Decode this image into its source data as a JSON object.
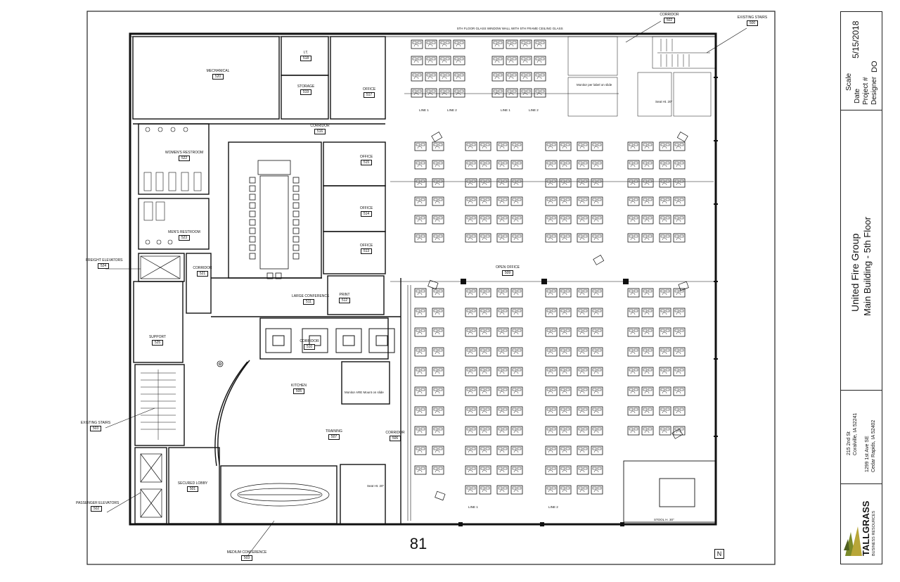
{
  "title_block": {
    "scale_label": "Scale",
    "date_label": "Date",
    "project_label": "Project #",
    "designer_label": "Designer",
    "date_value": "5/15/2018",
    "designer_value": "DO",
    "project_name": "United Fire Group",
    "project_subtitle": "Main Building - 5th Floor",
    "address_1_line_1": "215 2nd St",
    "address_1_line_2": "Coralville, IA 52241",
    "address_2_line_1": "1299 1st Ave SE",
    "address_2_line_2": "Cedar Rapids, IA 52402",
    "logo_name": "TALLGRASS",
    "logo_tagline": "BUSINESS RESOURCES"
  },
  "page_number": "81",
  "north_symbol": "N",
  "top_wall_note": "5TH FLOOR GLASS WINDOW WALL WITH 5TH FRAME CEILING GLASS",
  "rooms": [
    {
      "name": "MECHANICAL",
      "number": "520"
    },
    {
      "name": "I.T.",
      "number": "518"
    },
    {
      "name": "STORAGE",
      "number": "519"
    },
    {
      "name": "OFFICE",
      "number": "517"
    },
    {
      "name": "CORRIDOR",
      "number": "516"
    },
    {
      "name": "WOMEN'S RESTROOM",
      "number": "522"
    },
    {
      "name": "MEN'S RESTROOM",
      "number": "523"
    },
    {
      "name": "FREIGHT ELEVATORS",
      "number": "524"
    },
    {
      "name": "CORRIDOR",
      "number": "521"
    },
    {
      "name": "OFFICE",
      "number": "515"
    },
    {
      "name": "OFFICE",
      "number": "514"
    },
    {
      "name": "OFFICE",
      "number": "513"
    },
    {
      "name": "PRINT",
      "number": "512"
    },
    {
      "name": "LARGE CONFERENCE",
      "number": "511"
    },
    {
      "name": "SUPPORT",
      "number": "525"
    },
    {
      "name": "CORRIDOR",
      "number": "510"
    },
    {
      "name": "KITCHEN",
      "number": "505"
    },
    {
      "name": "EXISTING STAIRS",
      "number": "503"
    },
    {
      "name": "TRAINING",
      "number": "507"
    },
    {
      "name": "CORRIDOR",
      "number": "506"
    },
    {
      "name": "SECURED LOBBY",
      "number": "501"
    },
    {
      "name": "PASSENGER ELEVATORS",
      "number": "502"
    },
    {
      "name": "MEDIUM CONFERENCE",
      "number": "503"
    },
    {
      "name": "OPEN OFFICE",
      "number": "509"
    },
    {
      "name": "CORRIDOR",
      "number": "502"
    },
    {
      "name": "EXISTING STAIRS",
      "number": "500"
    }
  ],
  "workstation_tag": "LINE 1",
  "workstation_tag_alt": "LINE 2",
  "equipment_notes": {
    "monitor_note": "Monitor per label on slide",
    "monitor_note_short": "Monitor ARE Mount on slide",
    "seat_note": "Seat Ht. 20\"",
    "stool_note": "STOOL H. 30\""
  }
}
